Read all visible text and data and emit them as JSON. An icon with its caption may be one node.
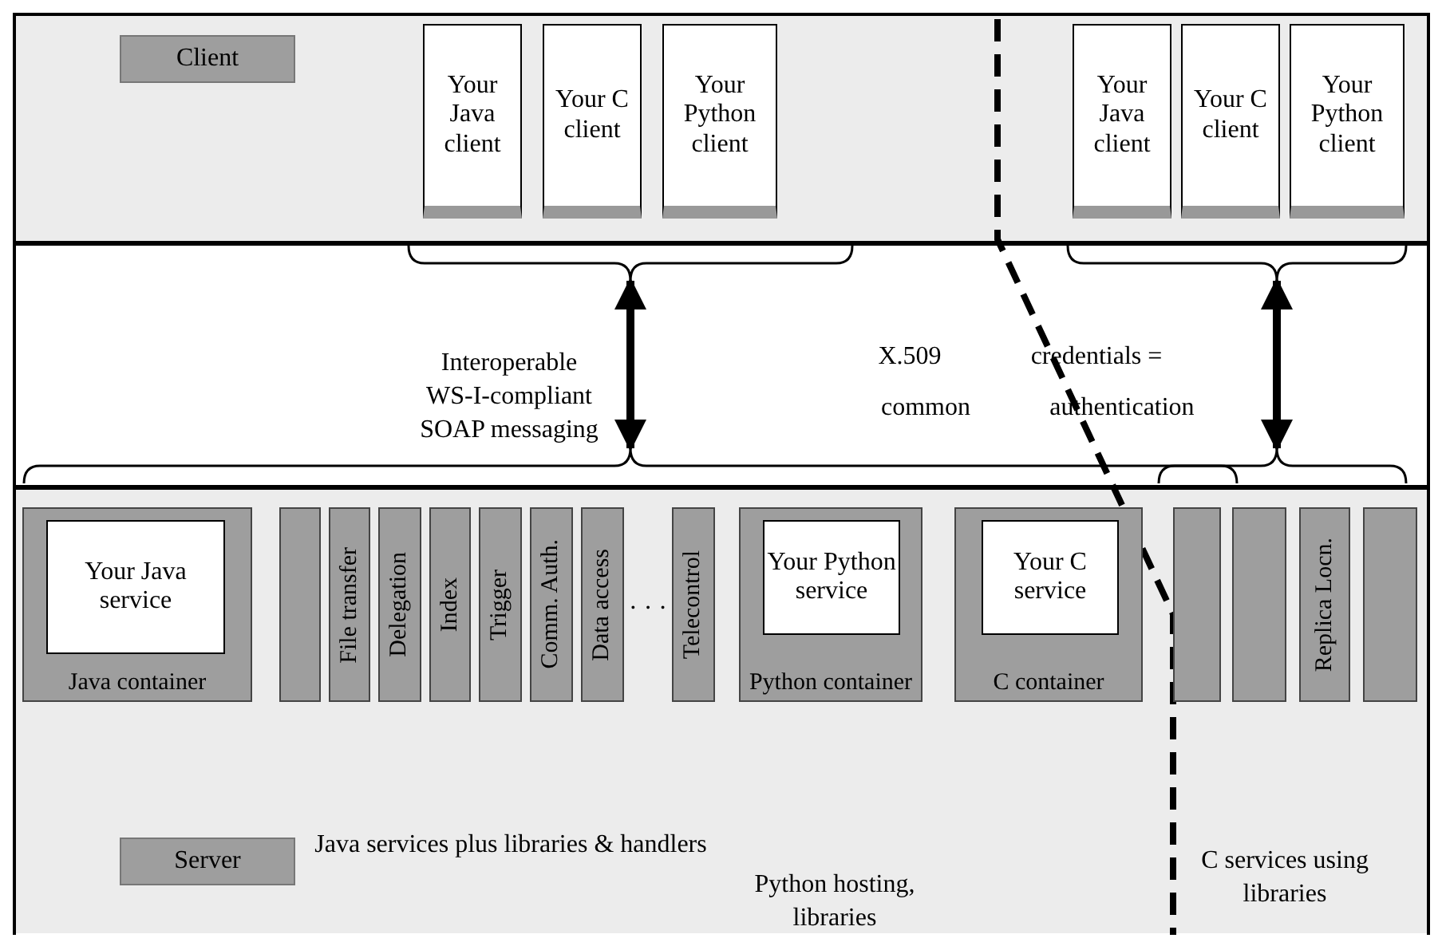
{
  "diagram": {
    "nodes": [
      {
        "text": [
          "Client"
        ]
      },
      {
        "text": [
          "Your Java client"
        ]
      },
      {
        "text": [
          "Your C client"
        ]
      },
      {
        "text": [
          "Your Python client"
        ]
      },
      {
        "text": [
          "Your Java client"
        ]
      },
      {
        "text": [
          "Your C client"
        ]
      },
      {
        "text": [
          "Your Python client"
        ]
      },
      {
        "text": [
          "Java container"
        ]
      },
      {
        "text": [
          "Your Java service"
        ],
        "in": 7
      },
      {
        "text": [],
        "shape": "bar"
      },
      {
        "text": [
          "File transfer"
        ]
      },
      {
        "text": [
          "Delegation"
        ]
      },
      {
        "text": [
          "Index"
        ]
      },
      {
        "text": [
          "Trigger"
        ]
      },
      {
        "text": [
          "Comm. Auth."
        ]
      },
      {
        "text": [
          "Data access"
        ]
      },
      {
        "text": [
          "Telecontrol"
        ]
      },
      {
        "text": [
          "Python container"
        ]
      },
      {
        "text": [
          "Your Python service"
        ],
        "in": 17
      },
      {
        "text": [
          "C container"
        ]
      },
      {
        "text": [
          "Your C service"
        ],
        "in": 19
      },
      {
        "text": [],
        "shape": "bar"
      },
      {
        "text": [],
        "shape": "bar"
      },
      {
        "text": [
          "Replica Locn."
        ]
      },
      {
        "text": [],
        "shape": "bar"
      },
      {
        "text": [
          "Server"
        ]
      },
      {
        "text": [],
        "shape": "brace"
      },
      {
        "text": [],
        "shape": "brace"
      },
      {
        "text": [],
        "shape": "brace"
      },
      {
        "text": [],
        "shape": "brace"
      }
    ],
    "edges": [
      {
        "from": 26,
        "to": 28,
        "arrow": "both"
      },
      {
        "from": 27,
        "to": 29,
        "arrow": "both"
      }
    ],
    "labels": [
      "Interoperable WS-I-compliant SOAP messaging",
      "X.509",
      "credentials =",
      "common",
      "authentication",
      "· · ·",
      "Java services plus libraries & handlers",
      "Python hosting, libraries",
      "C services using libraries"
    ]
  }
}
